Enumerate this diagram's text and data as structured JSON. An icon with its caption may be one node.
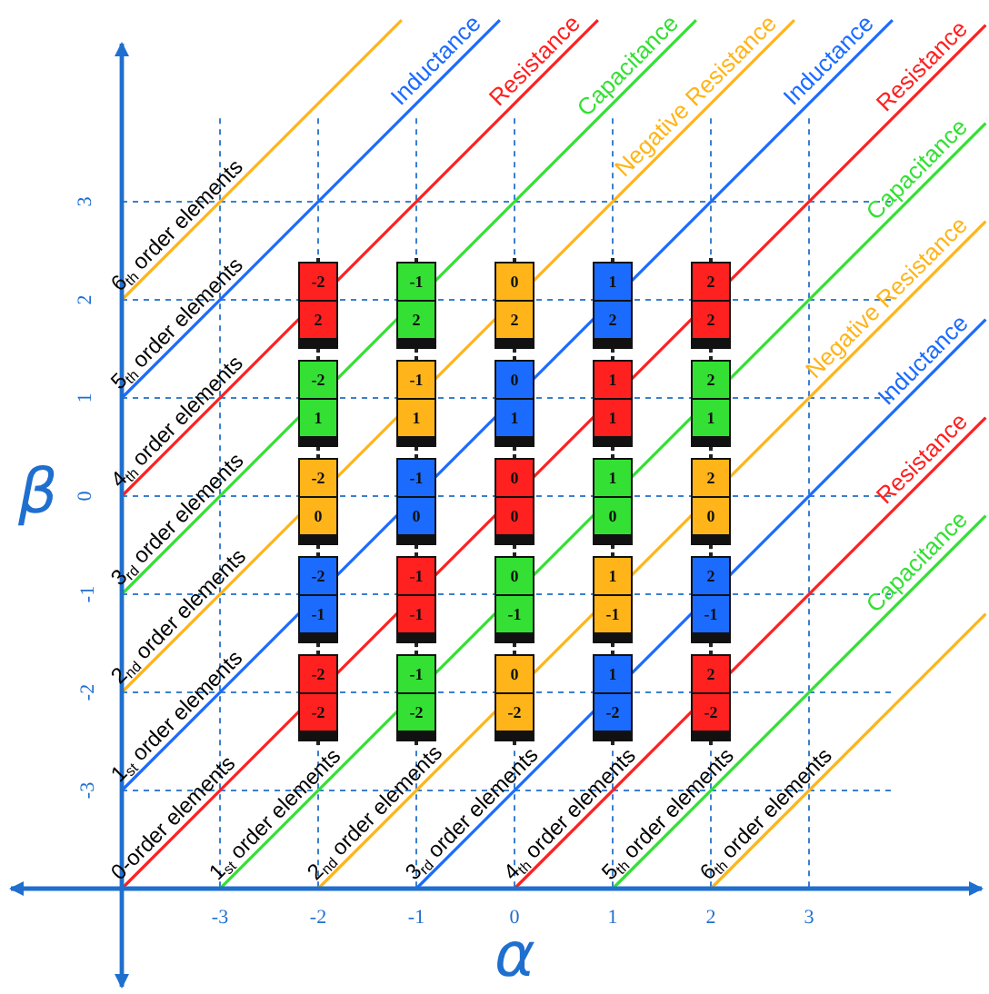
{
  "diagram": {
    "nodes": [
      {
        "text": [
          "-2",
          "2"
        ]
      },
      {
        "text": [
          "-1",
          "2"
        ]
      },
      {
        "text": [
          "0",
          "2"
        ]
      },
      {
        "text": [
          "1",
          "2"
        ]
      },
      {
        "text": [
          "2",
          "2"
        ]
      },
      {
        "text": [
          "-2",
          "1"
        ]
      },
      {
        "text": [
          "-1",
          "1"
        ]
      },
      {
        "text": [
          "0",
          "1"
        ]
      },
      {
        "text": [
          "1",
          "1"
        ]
      },
      {
        "text": [
          "2",
          "1"
        ]
      },
      {
        "text": [
          "-2",
          "0"
        ]
      },
      {
        "text": [
          "-1",
          "0"
        ]
      },
      {
        "text": [
          "0",
          "0"
        ]
      },
      {
        "text": [
          "1",
          "0"
        ]
      },
      {
        "text": [
          "2",
          "0"
        ]
      },
      {
        "text": [
          "-2",
          "-1"
        ]
      },
      {
        "text": [
          "-1",
          "-1"
        ]
      },
      {
        "text": [
          "0",
          "-1"
        ]
      },
      {
        "text": [
          "1",
          "-1"
        ]
      },
      {
        "text": [
          "2",
          "-1"
        ]
      },
      {
        "text": [
          "-2",
          "-2"
        ]
      },
      {
        "text": [
          "-1",
          "-2"
        ]
      },
      {
        "text": [
          "0",
          "-2"
        ]
      },
      {
        "text": [
          "1",
          "-2"
        ]
      },
      {
        "text": [
          "2",
          "-2"
        ]
      }
    ],
    "edges": [],
    "labels": [
      "Inductance",
      "Resistance",
      "Capacitance",
      "Negative Resistance",
      "Inductance",
      "Resistance",
      "Capacitance",
      "Negative Resistance",
      "Inductance",
      "Resistance",
      "Capacitance",
      "6$_{th}$ order elements",
      "5$_{th}$ order elements",
      "4$_{th}$ order elements",
      "3$_{rd}$ order elements",
      "2$_{nd}$ order elements",
      "1$_{st}$ order elements",
      "0-order elements",
      "1$_{st}$ order elements",
      "2$_{nd}$ order elements",
      "3$_{rd}$ order elements",
      "4$_{th}$ order elements",
      "5$_{th}$ order elements",
      "6$_{th}$ order elements",
      "3",
      "2",
      "1",
      "0",
      "-1",
      "-2",
      "-3",
      "-3",
      "-2",
      "-1",
      "0",
      "1",
      "2",
      "3",
      "β",
      "α"
    ]
  }
}
